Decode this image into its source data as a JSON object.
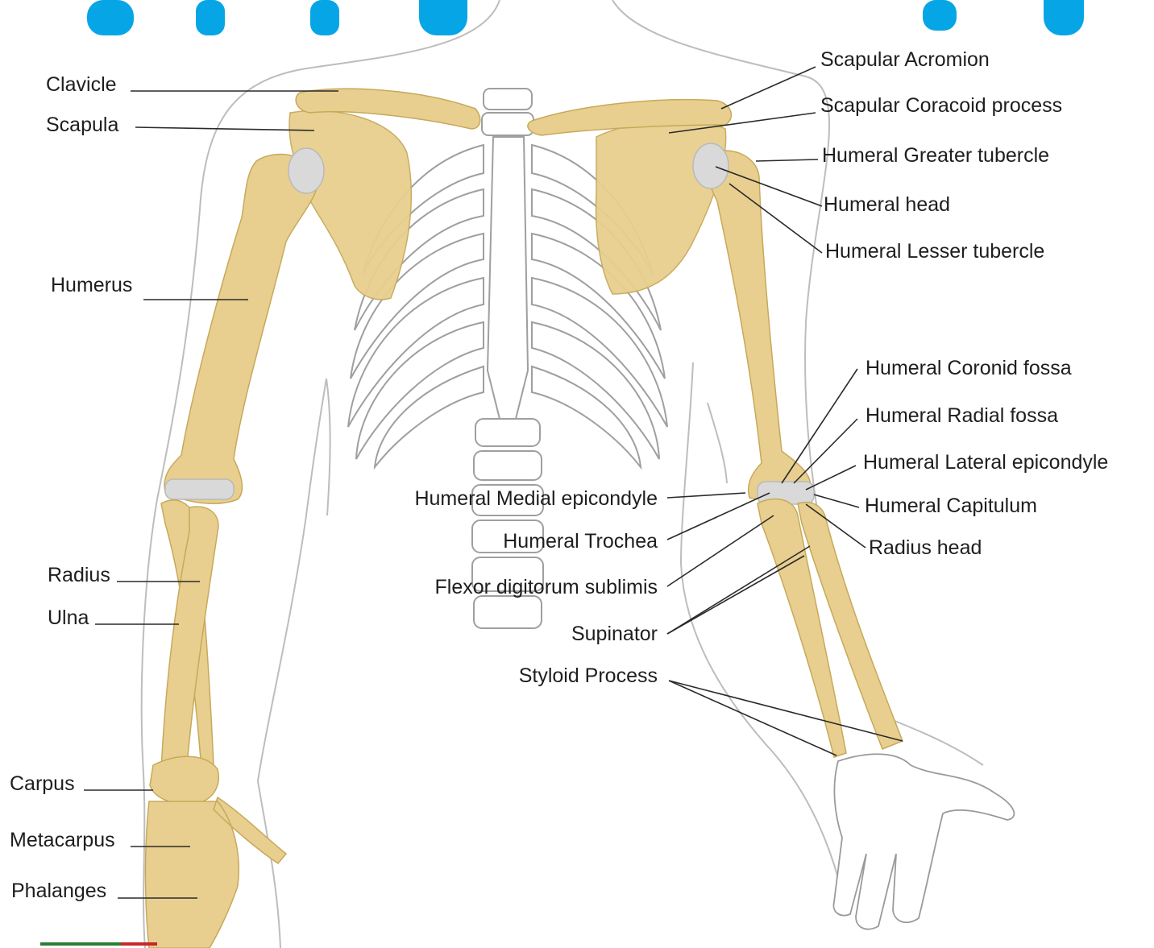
{
  "colors": {
    "bone_fill": "#e8cf8f",
    "title_band": "#06a6e6",
    "rib_stroke": "#9f9f9f",
    "leader_line": "#2a2a2a",
    "label_text": "#1e1e1e",
    "joint_cartilage": "#d9d9d9"
  },
  "labels_left": {
    "clavicle": "Clavicle",
    "scapula": "Scapula",
    "humerus": "Humerus",
    "radius": "Radius",
    "ulna": "Ulna",
    "carpus": "Carpus",
    "metacarpus": "Metacarpus",
    "phalanges": "Phalanges"
  },
  "labels_right": {
    "scapular_acromion": "Scapular Acromion",
    "scapular_coracoid": "Scapular Coracoid process",
    "humeral_greater_tubercle": "Humeral Greater tubercle",
    "humeral_head": "Humeral head",
    "humeral_lesser_tubercle": "Humeral Lesser tubercle",
    "humeral_coronid_fossa": "Humeral Coronid fossa",
    "humeral_radial_fossa": "Humeral Radial fossa",
    "humeral_lateral_epicondyle": "Humeral Lateral epicondyle",
    "humeral_capitulum": "Humeral Capitulum",
    "radius_head": "Radius head"
  },
  "labels_center": {
    "humeral_medial_epicondyle": "Humeral Medial epicondyle",
    "humeral_trochea": "Humeral Trochea",
    "flexor_digitorum": "Flexor digitorum sublimis",
    "supinator": "Supinator",
    "styloid_process": "Styloid Process"
  }
}
